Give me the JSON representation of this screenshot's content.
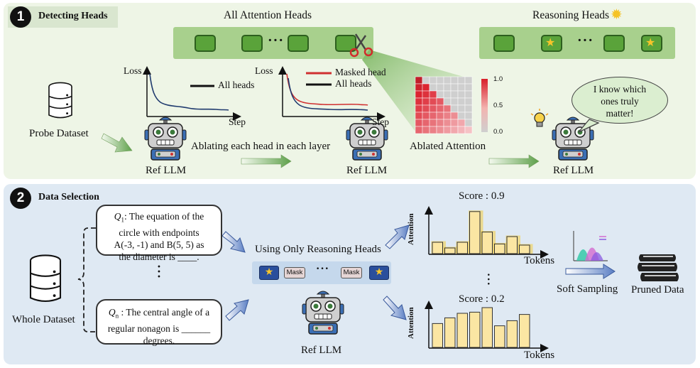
{
  "section1": {
    "badge": "1",
    "title": "Detecting Heads",
    "all_heads_title": "All Attention Heads",
    "reasoning_heads_title": "Reasoning  Heads",
    "probe_dataset": "Probe Dataset",
    "ref_llm": "Ref LLM",
    "ablating_label": "Ablating each head in each layer",
    "ablated_attention": "Ablated Attention",
    "chart_left": {
      "y_axis": "Loss",
      "x_axis": "Step",
      "legend": "All heads"
    },
    "chart_right": {
      "y_axis": "Loss",
      "x_axis": "Step",
      "legend_masked": "Masked head",
      "legend_all": "All heads"
    },
    "colorbar_ticks": [
      "1.0",
      "0.5",
      "0.0"
    ],
    "speech_bubble": [
      "I know which",
      "ones  truly",
      "matter!"
    ],
    "colors": {
      "head_fill": "#5aa33a",
      "bar_fill": "#a8d08d",
      "masked_line": "#d03030",
      "all_line": "#1f3a6e"
    }
  },
  "section2": {
    "badge": "2",
    "title": "Data Selection",
    "whole_dataset": "Whole Dataset",
    "q1": {
      "label": "Q",
      "sub": "1",
      "lines": [
        ": The equation of the",
        "circle with endpoints",
        "A(-3, -1) and B(5, 5) as",
        "the diameter is ____."
      ]
    },
    "qn": {
      "label": "Q",
      "sub": "n",
      "lines": [
        " : The central angle of a",
        "regular nonagon is ______",
        "degrees."
      ]
    },
    "using_only": "Using Only Reasoning Heads",
    "mask_label": "Mask",
    "ref_llm": "Ref LLM",
    "score_top": "Score : 0.9",
    "score_bottom": "Score : 0.2",
    "attention_axis": "Attention",
    "tokens_axis": "Tokens",
    "soft_sampling": "Soft Sampling",
    "pruned_data": "Pruned Data",
    "colors": {
      "bar_fill": "#fbe6a3",
      "bar_stroke": "#333333",
      "glow": "#f2cc3c"
    }
  },
  "chart_data": [
    {
      "type": "bar",
      "title": "Score : 0.9",
      "xlabel": "Tokens",
      "ylabel": "Attention",
      "values": [
        0.2,
        0.1,
        0.2,
        0.74,
        0.38,
        0.17,
        0.3,
        0.15
      ],
      "ylim": [
        0,
        1
      ]
    },
    {
      "type": "bar",
      "title": "Score : 0.2",
      "xlabel": "Tokens",
      "ylabel": "Attention",
      "values": [
        0.42,
        0.52,
        0.6,
        0.62,
        0.7,
        0.38,
        0.47,
        0.58
      ],
      "ylim": [
        0,
        1
      ]
    }
  ]
}
